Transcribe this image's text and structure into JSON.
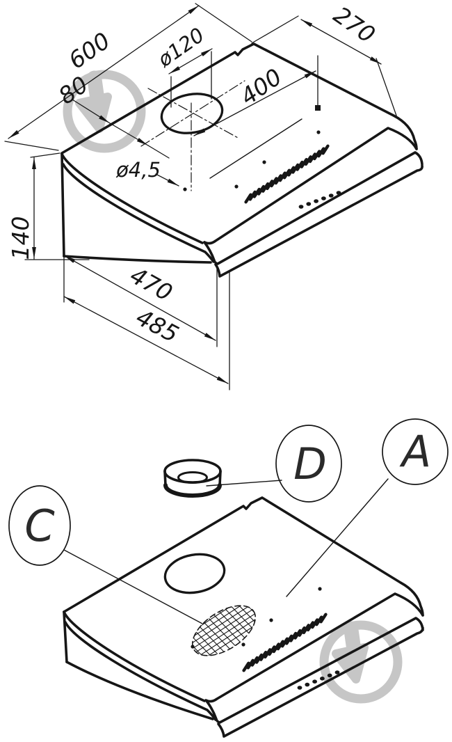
{
  "page": {
    "background": "#ffffff",
    "line_color": "#161616",
    "watermark_color": "#c6c6c6",
    "title": "cooker-hood-technical-drawing"
  },
  "top_view": {
    "name": "dimensional drawing of cooker hood",
    "dimensions": {
      "width": "600",
      "depth_right": "270",
      "duct_hole_diameter": "ø120",
      "hole_to_right_edge": "400",
      "hole_to_rear_edge": "80",
      "mounting_hole_diameter": "ø4,5",
      "height": "140",
      "depth_body": "470",
      "depth_overall": "485"
    }
  },
  "bottom_view": {
    "name": "parts callout drawing of cooker hood",
    "callouts": {
      "grease_filter": "C",
      "duct_ring": "D",
      "housing": "A"
    }
  }
}
